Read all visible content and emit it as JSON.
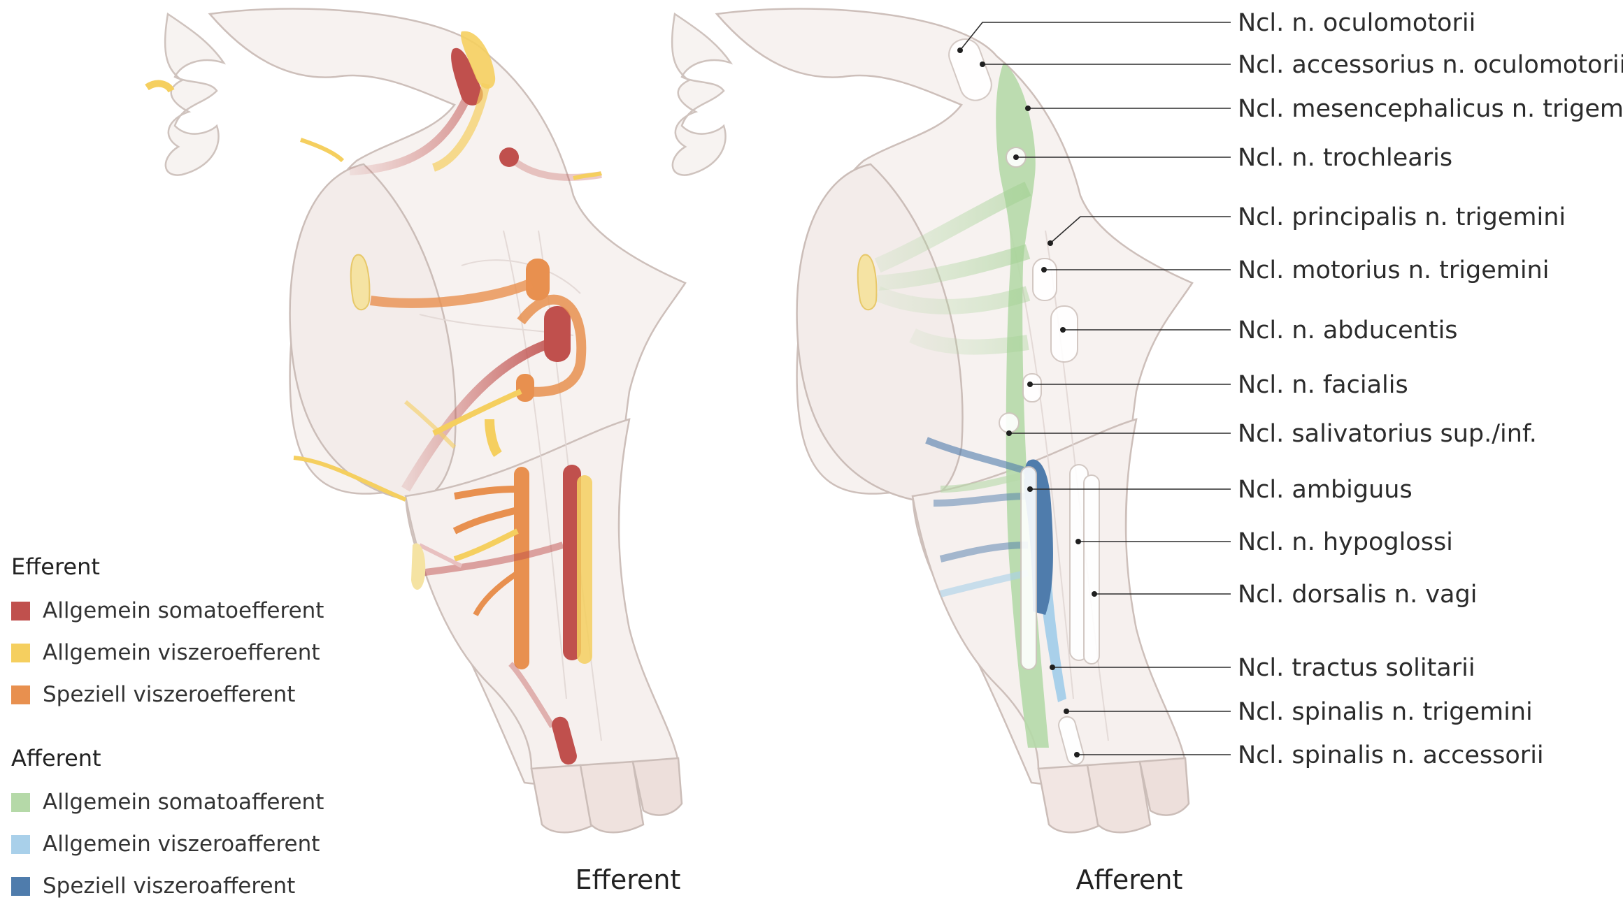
{
  "legend": {
    "efferent": {
      "heading": "Efferent",
      "items": [
        {
          "label": "Allgemein somatoefferent",
          "color": "#c0504d"
        },
        {
          "label": "Allgemein viszeroefferent",
          "color": "#f5cf5f"
        },
        {
          "label": "Speziell viszeroefferent",
          "color": "#e8904f"
        }
      ]
    },
    "afferent": {
      "heading": "Afferent",
      "items": [
        {
          "label": "Allgemein somatoafferent",
          "color": "#b5d9a8"
        },
        {
          "label": "Allgemein viszeroafferent",
          "color": "#a9d0ea"
        },
        {
          "label": "Speziell viszeroafferent",
          "color": "#4f7cac"
        }
      ]
    }
  },
  "captions": {
    "efferent": "Efferent",
    "afferent": "Afferent"
  },
  "nuclei": [
    {
      "label": "Ncl. n. oculomotorii"
    },
    {
      "label": "Ncl. accessorius n. oculomotorii"
    },
    {
      "label": "Ncl. mesencephalicus n. trigemini"
    },
    {
      "label": "Ncl. n. trochlearis"
    },
    {
      "label": "Ncl. principalis n. trigemini"
    },
    {
      "label": "Ncl. motorius n. trigemini"
    },
    {
      "label": "Ncl. n. abducentis"
    },
    {
      "label": "Ncl. n. facialis"
    },
    {
      "label": "Ncl. salivatorius sup./inf."
    },
    {
      "label": "Ncl. ambiguus"
    },
    {
      "label": "Ncl. n. hypoglossi"
    },
    {
      "label": "Ncl. dorsalis n. vagi"
    },
    {
      "label": "Ncl. tractus solitarii"
    },
    {
      "label": "Ncl. spinalis n. trigemini"
    },
    {
      "label": "Ncl. spinalis n. accessorii"
    }
  ]
}
